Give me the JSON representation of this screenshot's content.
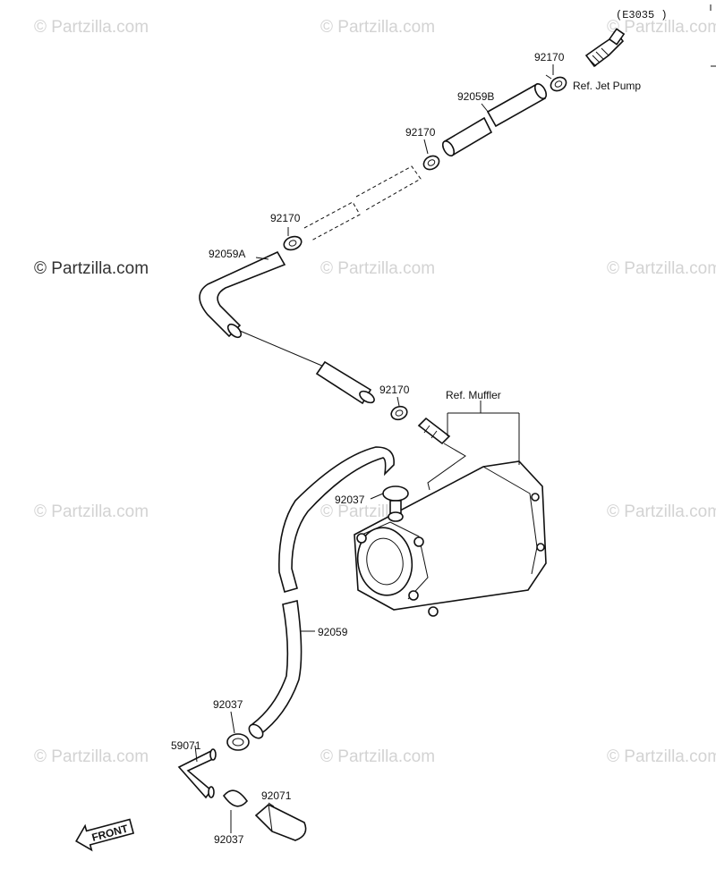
{
  "diagram_code": "(E3035 )",
  "watermark_text": "© Partzilla.com",
  "callouts": {
    "c92170_top": "92170",
    "ref_jet_pump": "Ref. Jet Pump",
    "c92059B": "92059B",
    "c92170_second": "92170",
    "c92170_third": "92170",
    "c92059A": "92059A",
    "c92170_mid": "92170",
    "ref_muffler": "Ref. Muffler",
    "c92037_muffler": "92037",
    "c92059": "92059",
    "c92037_lower": "92037",
    "c59071": "59071",
    "c92071": "92071",
    "c92037_bottom": "92037"
  },
  "front_badge": "FRONT",
  "colors": {
    "ink": "#111111",
    "watermark": "#d3d3d3",
    "paper": "#ffffff"
  }
}
